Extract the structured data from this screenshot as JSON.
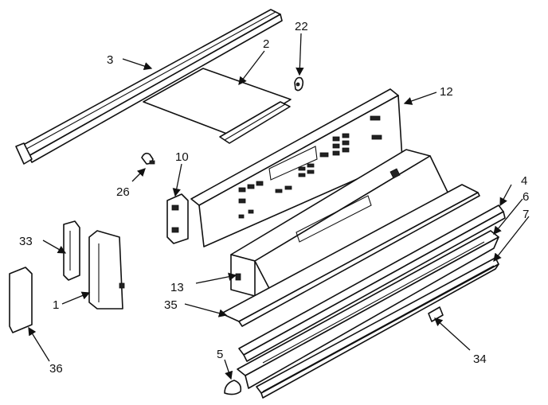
{
  "callouts": {
    "c1": "1",
    "c2": "2",
    "c3": "3",
    "c4": "4",
    "c5": "5",
    "c6": "6",
    "c7": "7",
    "c10": "10",
    "c12": "12",
    "c13": "13",
    "c22": "22",
    "c26": "26",
    "c33": "33",
    "c34": "34",
    "c35": "35",
    "c36": "36"
  }
}
